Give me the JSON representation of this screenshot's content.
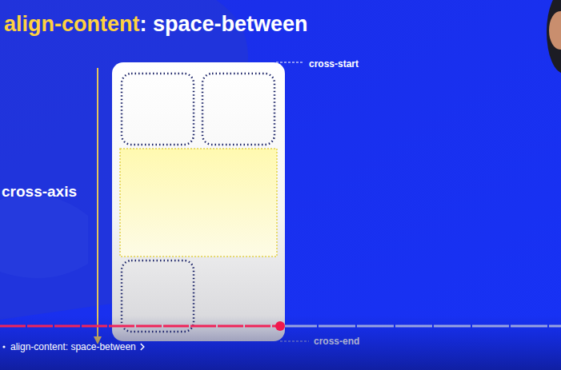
{
  "diagram": {
    "labels": [
      "align-content",
      ": space-between",
      "cross-start",
      "cross-axis",
      "cross-end",
      "align-content: space-between"
    ]
  }
}
